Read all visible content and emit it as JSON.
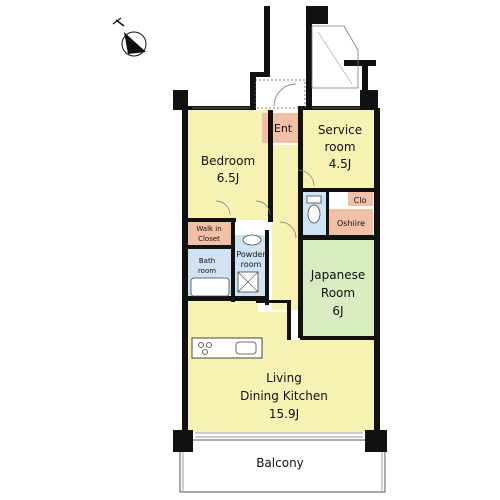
{
  "rooms": {
    "bedroom": {
      "name": "Bedroom",
      "size": "6.5J"
    },
    "service_room": {
      "line1": "Service",
      "line2": "room",
      "size": "4.5J"
    },
    "japanese_room": {
      "line1": "Japanese",
      "line2": "Room",
      "size": "6J"
    },
    "ldk": {
      "line1": "Living",
      "line2": "Dining Kitchen",
      "size": "15.9J"
    },
    "entrance": "Ent",
    "walk_in_closet": {
      "line1": "Walk in",
      "line2": "Closet"
    },
    "bath_room": {
      "line1": "Bath",
      "line2": "room"
    },
    "powder_room": {
      "line1": "Powder",
      "line2": "room"
    },
    "closet": "Clo",
    "oshiire": "Oshiire",
    "balcony": "Balcony"
  },
  "colors": {
    "room_yellow": "#f7f1b4",
    "room_green": "#d9ebc1",
    "entrance_pink": "#f2c0a7",
    "wet_blue": "#cfe3f2",
    "wall": "#111111"
  },
  "compass_icon": "north-arrow-icon"
}
